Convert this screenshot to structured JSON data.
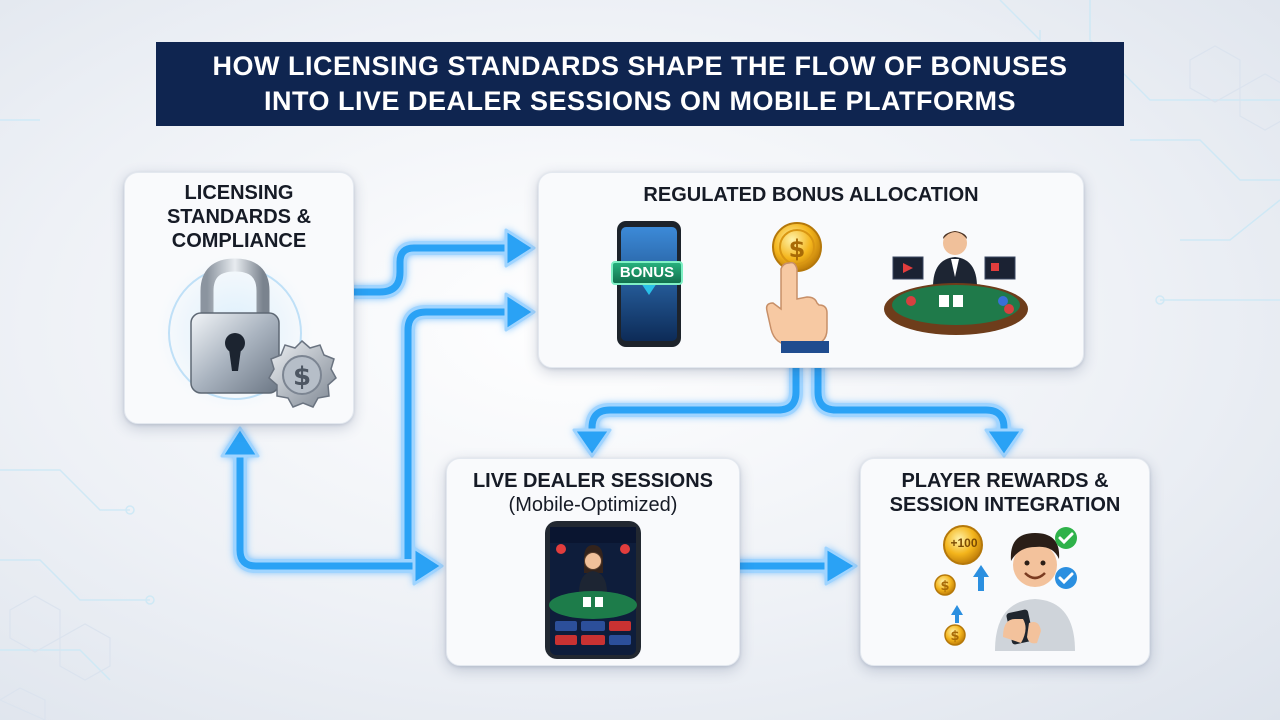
{
  "title": {
    "line1": "HOW LICENSING STANDARDS SHAPE THE FLOW OF BONUSES",
    "line2": "INTO LIVE DEALER SESSIONS ON MOBILE PLATFORMS"
  },
  "nodes": {
    "licensing": {
      "line1": "LICENSING",
      "line2": "STANDARDS &",
      "line3": "COMPLIANCE"
    },
    "allocation": {
      "label": "REGULATED BONUS ALLOCATION",
      "phone_badge": "BONUS"
    },
    "live_dealer": {
      "line1": "LIVE DEALER SESSIONS",
      "line2": "(Mobile-Optimized)"
    },
    "rewards": {
      "line1": "PLAYER REWARDS &",
      "line2": "SESSION INTEGRATION",
      "coin_label": "+100"
    }
  },
  "icons": {
    "licensing": [
      "padlock-icon",
      "dollar-seal-icon"
    ],
    "allocation": [
      "phone-bonus-icon",
      "dollar-coin-icon",
      "pointing-hand-icon",
      "dealer-table-icon"
    ],
    "live_dealer": [
      "mobile-live-dealer-icon"
    ],
    "rewards": [
      "coins-icon",
      "player-with-phone-icon",
      "checkmark-icon"
    ]
  },
  "colors": {
    "title_bg": "#0f2550",
    "arrow": "#2aa2f5",
    "arrow_glow": "#9fd4ff",
    "card_bg": "#f9fafc"
  }
}
